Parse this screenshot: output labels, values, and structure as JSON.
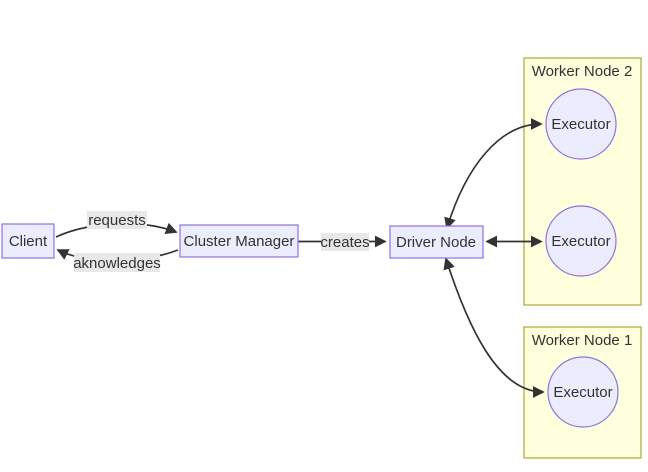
{
  "diagram": {
    "type": "flowchart",
    "background": "#ffffff",
    "colors": {
      "bg": "#ffffff",
      "node_fill": "#ECECFF",
      "node_border": "#9370DB",
      "cluster_fill": "#FFFFDE",
      "cluster_border": "#AAAA33",
      "edge_color": "#333333",
      "label_bg": "#E8E8E8",
      "text_color": "#333333"
    },
    "clusters": [
      {
        "id": "worker_node_2",
        "label": "Worker Node 2"
      },
      {
        "id": "worker_node_1",
        "label": "Worker Node 1"
      }
    ],
    "nodes": [
      {
        "id": "client",
        "label": "Client",
        "shape": "rect"
      },
      {
        "id": "cluster_manager",
        "label": "Cluster Manager",
        "shape": "rect"
      },
      {
        "id": "driver_node",
        "label": "Driver Node",
        "shape": "rect"
      },
      {
        "id": "executor_wn2_top",
        "label": "Executor",
        "shape": "circle",
        "cluster": "worker_node_2"
      },
      {
        "id": "executor_wn2_bottom",
        "label": "Executor",
        "shape": "circle",
        "cluster": "worker_node_2"
      },
      {
        "id": "executor_wn1",
        "label": "Executor",
        "shape": "circle",
        "cluster": "worker_node_1"
      }
    ],
    "edges": [
      {
        "from": "client",
        "to": "cluster_manager",
        "label": "requests",
        "bidirectional": false
      },
      {
        "from": "cluster_manager",
        "to": "client",
        "label": "aknowledges",
        "bidirectional": false
      },
      {
        "from": "cluster_manager",
        "to": "driver_node",
        "label": "creates",
        "bidirectional": false
      },
      {
        "from": "driver_node",
        "to": "executor_wn2_top",
        "label": "",
        "bidirectional": true
      },
      {
        "from": "driver_node",
        "to": "executor_wn2_bottom",
        "label": "",
        "bidirectional": true
      },
      {
        "from": "driver_node",
        "to": "executor_wn1",
        "label": "",
        "bidirectional": true
      }
    ]
  }
}
